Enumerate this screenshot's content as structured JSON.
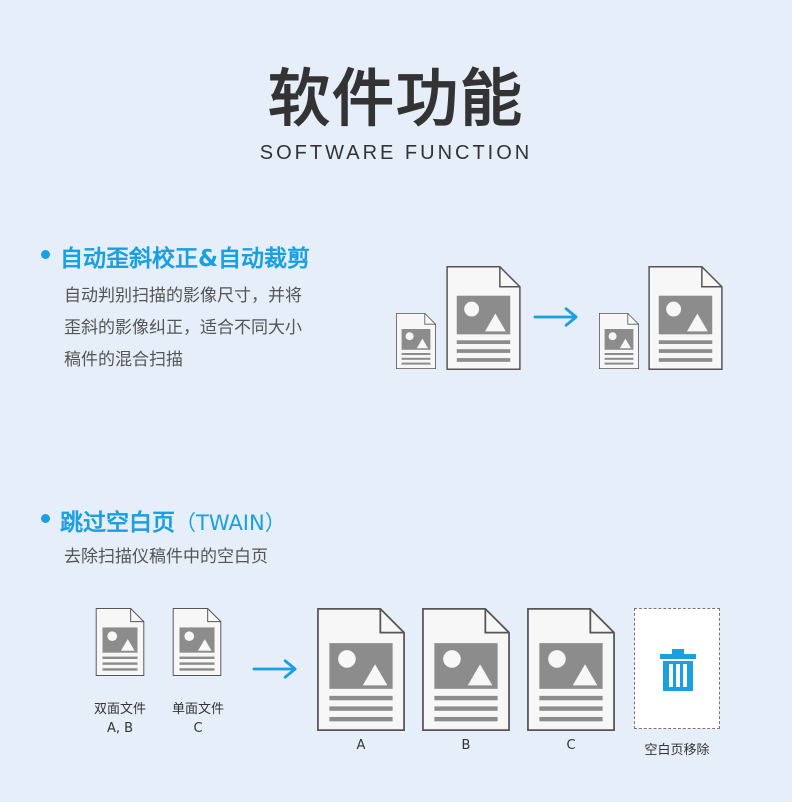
{
  "header": {
    "title": "软件功能",
    "subtitle": "SOFTWARE FUNCTION"
  },
  "section1": {
    "heading": "自动歪斜校正&自动裁剪",
    "desc_lines": [
      "自动判别扫描的影像尺寸，并将",
      "歪斜的影像纠正，适合不同大小",
      "稿件的混合扫描"
    ]
  },
  "section2": {
    "heading": "跳过空白页",
    "heading_suffix": "（TWAIN）",
    "desc": "去除扫描仪稿件中的空白页",
    "input_labels": [
      {
        "line1": "双面文件",
        "line2": "A, B"
      },
      {
        "line1": "单面文件",
        "line2": "C"
      }
    ],
    "output_labels": [
      "A",
      "B",
      "C"
    ],
    "removed_label": "空白页移除"
  },
  "colors": {
    "accent": "#1a9fe0",
    "doc_fill": "#f7f7f7",
    "doc_stroke": "#555555",
    "doc_art": "#8c8c8c",
    "background": "#e6eef9"
  },
  "icons": [
    "document-icon",
    "arrow-right-icon",
    "trash-icon"
  ]
}
